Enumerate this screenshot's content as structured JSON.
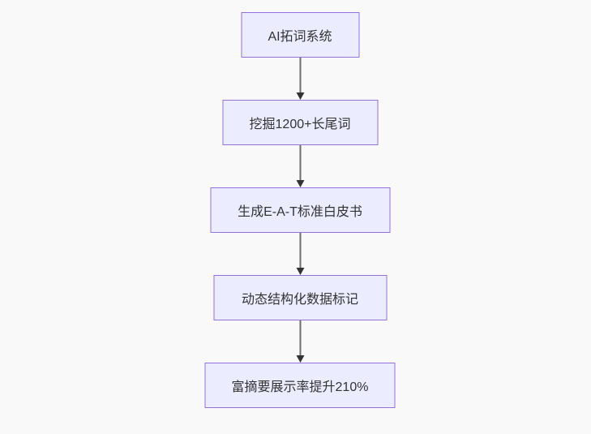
{
  "colors": {
    "canvas-bg": "#f9f9f9",
    "node-fill": "#ECECFF",
    "node-border": "#9370DB",
    "node-text": "#333333",
    "edge-line": "#6e6e6e",
    "arrowhead": "#333333"
  },
  "flowchart": {
    "type": "flowchart-top-down",
    "nodes": [
      {
        "label": "AI拓词系统"
      },
      {
        "label": "挖掘1200+长尾词"
      },
      {
        "label": "生成E-A-T标准白皮书"
      },
      {
        "label": "动态结构化数据标记"
      },
      {
        "label": "富摘要展示率提升210%"
      }
    ],
    "edges": [
      {
        "from": 0,
        "to": 1
      },
      {
        "from": 1,
        "to": 2
      },
      {
        "from": 2,
        "to": 3
      },
      {
        "from": 3,
        "to": 4
      }
    ]
  }
}
